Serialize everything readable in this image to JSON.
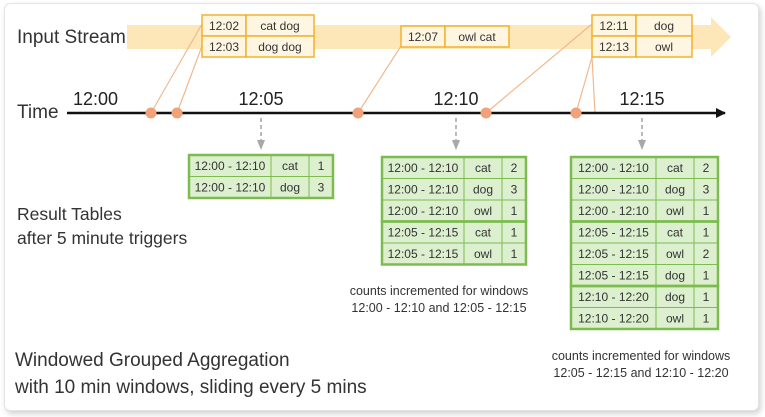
{
  "labels": {
    "input_stream": "Input Stream",
    "time": "Time",
    "result_line1": "Result Tables",
    "result_line2": "after 5 minute triggers",
    "summary_line1": "Windowed Grouped Aggregation",
    "summary_line2": "with 10 min windows, sliding every 5 mins",
    "note1_line1": "counts incremented for windows",
    "note1_line2": "12:00 - 12:10 and 12:05 - 12:15",
    "note2_line1": "counts incremented for windows",
    "note2_line2": "12:05 - 12:15 and 12:10 - 12:20"
  },
  "time_ticks": [
    "12:00",
    "12:05",
    "12:10",
    "12:15"
  ],
  "input_events": [
    {
      "rows": [
        [
          "12:02",
          "cat dog"
        ],
        [
          "12:03",
          "dog dog"
        ]
      ]
    },
    {
      "rows": [
        [
          "12:07",
          "owl cat"
        ]
      ]
    },
    {
      "rows": [
        [
          "12:11",
          "dog"
        ],
        [
          "12:13",
          "owl"
        ]
      ]
    }
  ],
  "result_tables": [
    {
      "rows": [
        [
          "12:00 - 12:10",
          "cat",
          "1"
        ],
        [
          "12:00 - 12:10",
          "dog",
          "3"
        ]
      ]
    },
    {
      "rows": [
        [
          "12:00 - 12:10",
          "cat",
          "2"
        ],
        [
          "12:00 - 12:10",
          "dog",
          "3"
        ],
        [
          "12:00 - 12:10",
          "owl",
          "1"
        ],
        [
          "12:05 - 12:15",
          "cat",
          "1"
        ],
        [
          "12:05 - 12:15",
          "owl",
          "1"
        ]
      ]
    },
    {
      "rows": [
        [
          "12:00 - 12:10",
          "cat",
          "2"
        ],
        [
          "12:00 - 12:10",
          "dog",
          "3"
        ],
        [
          "12:00 - 12:10",
          "owl",
          "1"
        ],
        [
          "12:05 - 12:15",
          "cat",
          "1"
        ],
        [
          "12:05 - 12:15",
          "owl",
          "2"
        ],
        [
          "12:05 - 12:15",
          "dog",
          "1"
        ],
        [
          "12:10 - 12:20",
          "dog",
          "1"
        ],
        [
          "12:10 - 12:20",
          "owl",
          "1"
        ]
      ]
    }
  ],
  "colors": {
    "stream_band": "#fde7b8",
    "event_border": "#f2b22e",
    "event_fill": "#fff6e2",
    "marker": "#f2a27a",
    "connector": "#f0b98e",
    "table_border": "#7dbb4f",
    "table_fill": "#dcefcf",
    "arrow_gray": "#a8a8a8",
    "text": "#333333"
  }
}
